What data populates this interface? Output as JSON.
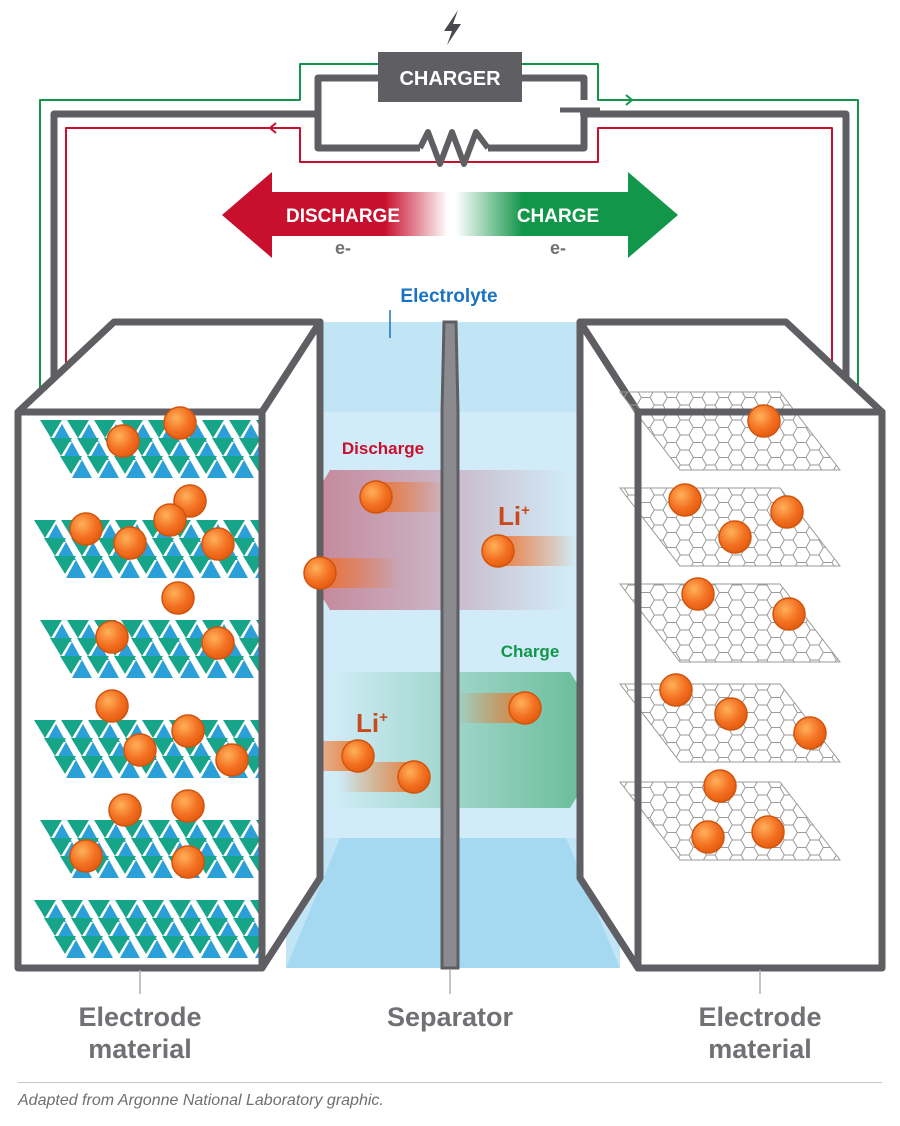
{
  "diagram": {
    "charger_label": "CHARGER",
    "discharge_label": "DISCHARGE",
    "charge_label": "CHARGE",
    "electron_left": "e-",
    "electron_right": "e-",
    "electrolyte_label": "Electrolyte",
    "discharge_flow_label": "Discharge",
    "charge_flow_label": "Charge",
    "li_ion_top": "Li",
    "li_ion_bottom": "Li",
    "li_superscript": "+",
    "left_electrode_line1": "Electrode",
    "left_electrode_line2": "material",
    "separator_label": "Separator",
    "right_electrode_line1": "Electrode",
    "right_electrode_line2": "material",
    "caption": "Adapted from Argonne National Laboratory graphic."
  },
  "colors": {
    "frame": "#5f5f63",
    "discharge": "#c8102e",
    "charge": "#12964a",
    "electrolyte": "#8fd0ee",
    "electrolyte_label": "#1a73c2",
    "ion": "#f37021",
    "triangle_teal": "#17a58a",
    "triangle_blue": "#2a9fd8",
    "graphite": "#9a9a9a",
    "label_gray": "#707075"
  }
}
